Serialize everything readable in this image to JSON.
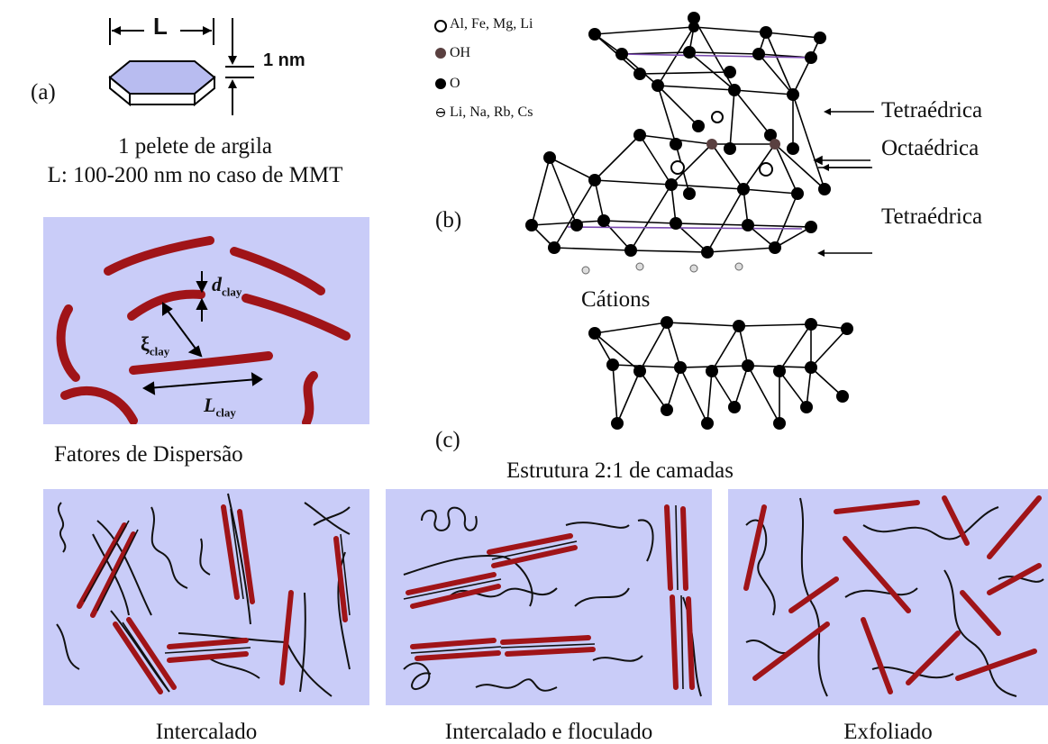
{
  "panel_a": {
    "letter": "(a)",
    "length_symbol": "L",
    "thickness": "1 nm",
    "caption_line1": "1 pelete de argila",
    "caption_line2": "L: 100-200 nm no caso de MMT"
  },
  "dispersion": {
    "d_symbol": "d",
    "d_sub": "clay",
    "xi_symbol": "ξ",
    "xi_sub": "clay",
    "l_symbol": "L",
    "l_sub": "clay",
    "caption": "Fatores de Dispersão"
  },
  "panel_b": {
    "letter": "(b)",
    "legend": [
      {
        "marker": "open-circle",
        "label": "Al, Fe, Mg, Li"
      },
      {
        "marker": "gray-dot",
        "label": "OH"
      },
      {
        "marker": "black-dot",
        "label": "O"
      },
      {
        "marker": "crossed-circle",
        "label": "Li, Na, Rb, Cs"
      }
    ],
    "layer_labels": [
      "Tetraédrica",
      "Octaédrica",
      "Tetraédrica"
    ],
    "cations_label": "Cátions"
  },
  "panel_c": {
    "letter": "(c)",
    "caption": "Estrutura 2:1 de camadas"
  },
  "morphologies": [
    {
      "label": "Intercalado"
    },
    {
      "label": "Intercalado e floculado"
    },
    {
      "label": "Exfoliado"
    }
  ],
  "colors": {
    "panel_bg": "#c9ccf8",
    "platelet": "#a01418",
    "chain": "#111111",
    "atom": "#000000"
  }
}
